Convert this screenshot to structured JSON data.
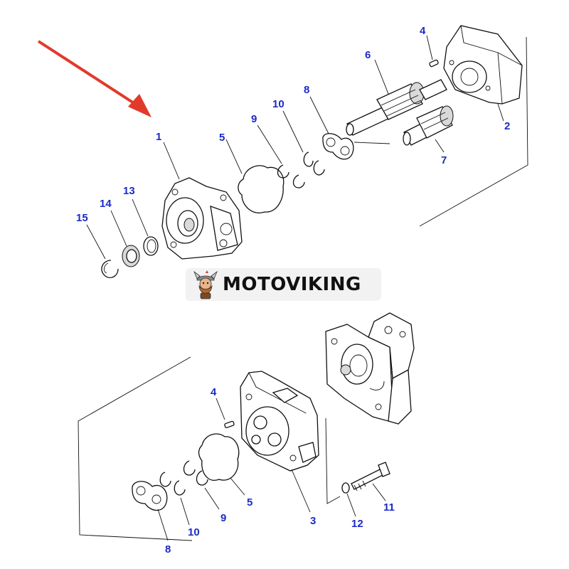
{
  "watermark": {
    "text": "MOTOVIKING",
    "icon": "viking-mascot-icon"
  },
  "colors": {
    "callout": "#1a2bc9",
    "arrow": "#e23a2a",
    "lines": "#111111"
  },
  "callouts": {
    "top": {
      "p1": "1",
      "p2": "2",
      "p4": "4",
      "p5": "5",
      "p6": "6",
      "p7": "7",
      "p8": "8",
      "p9": "9",
      "p10": "10",
      "p13": "13",
      "p14": "14",
      "p15": "15"
    },
    "bottom": {
      "p3": "3",
      "p4": "4",
      "p5": "5",
      "p8": "8",
      "p9": "9",
      "p10": "10",
      "p11": "11",
      "p12": "12"
    }
  }
}
